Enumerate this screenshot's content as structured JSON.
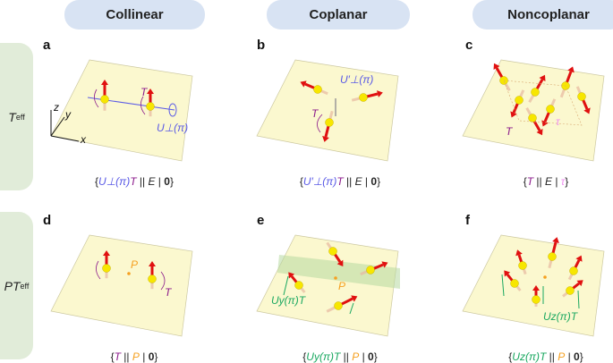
{
  "columns": [
    "Collinear",
    "Coplanar",
    "Noncoplanar"
  ],
  "rows": [
    {
      "main": "T",
      "sub": "eff"
    },
    {
      "main": "PT",
      "sub": "eff"
    }
  ],
  "panels": [
    {
      "letter": "a",
      "labels": [
        "T",
        "U⊥(π)"
      ],
      "axes": [
        "x",
        "y",
        "z"
      ],
      "formula": [
        {
          "t": "{",
          "c": "#222"
        },
        {
          "t": "U⊥(π)",
          "c": "#5a5ae6",
          "i": true
        },
        {
          "t": "T",
          "c": "#8b1a8b",
          "i": true
        },
        {
          "t": " || ",
          "c": "#222"
        },
        {
          "t": "E",
          "c": "#222",
          "i": true
        },
        {
          "t": " | ",
          "c": "#222"
        },
        {
          "t": "0",
          "c": "#222",
          "b": true
        },
        {
          "t": "}",
          "c": "#222"
        }
      ]
    },
    {
      "letter": "b",
      "labels": [
        "T",
        "U′⊥(π)"
      ],
      "formula": [
        {
          "t": "{",
          "c": "#222"
        },
        {
          "t": "U′⊥(π)",
          "c": "#5a5ae6",
          "i": true
        },
        {
          "t": "T",
          "c": "#8b1a8b",
          "i": true
        },
        {
          "t": " || ",
          "c": "#222"
        },
        {
          "t": "E",
          "c": "#222",
          "i": true
        },
        {
          "t": " | ",
          "c": "#222"
        },
        {
          "t": "0",
          "c": "#222",
          "b": true
        },
        {
          "t": "}",
          "c": "#222"
        }
      ]
    },
    {
      "letter": "c",
      "labels": [
        "T",
        "τ"
      ],
      "formula": [
        {
          "t": "{",
          "c": "#222"
        },
        {
          "t": "T",
          "c": "#8b1a8b",
          "i": true
        },
        {
          "t": " || ",
          "c": "#222"
        },
        {
          "t": "E",
          "c": "#222",
          "i": true
        },
        {
          "t": " | ",
          "c": "#222"
        },
        {
          "t": "τ",
          "c": "#f08ef0",
          "i": true
        },
        {
          "t": "}",
          "c": "#222"
        }
      ]
    },
    {
      "letter": "d",
      "labels": [
        "P",
        "T"
      ],
      "formula": [
        {
          "t": "{",
          "c": "#222"
        },
        {
          "t": "T",
          "c": "#8b1a8b",
          "i": true
        },
        {
          "t": " || ",
          "c": "#222"
        },
        {
          "t": "P",
          "c": "#f5a020",
          "i": true
        },
        {
          "t": " | ",
          "c": "#222"
        },
        {
          "t": "0",
          "c": "#222",
          "b": true
        },
        {
          "t": "}",
          "c": "#222"
        }
      ]
    },
    {
      "letter": "e",
      "labels": [
        "P",
        "Uy(π)T"
      ],
      "formula": [
        {
          "t": "{",
          "c": "#222"
        },
        {
          "t": "Uy(π)T",
          "c": "#1aa860",
          "i": true
        },
        {
          "t": " || ",
          "c": "#222"
        },
        {
          "t": "P",
          "c": "#f5a020",
          "i": true
        },
        {
          "t": " | ",
          "c": "#222"
        },
        {
          "t": "0",
          "c": "#222",
          "b": true
        },
        {
          "t": "}",
          "c": "#222"
        }
      ]
    },
    {
      "letter": "f",
      "labels": [
        "Uz(π)T"
      ],
      "formula": [
        {
          "t": "{",
          "c": "#222"
        },
        {
          "t": "Uz(π)T",
          "c": "#1aa860",
          "i": true
        },
        {
          "t": " || ",
          "c": "#222"
        },
        {
          "t": "P",
          "c": "#f5a020",
          "i": true
        },
        {
          "t": " | ",
          "c": "#222"
        },
        {
          "t": "0",
          "c": "#222",
          "b": true
        },
        {
          "t": "}",
          "c": "#222"
        }
      ]
    }
  ],
  "colors": {
    "plane": "#fbf8cf",
    "spin": "#e01010",
    "atom": "#f7e600",
    "T": "#8b1a8b",
    "U": "#5a5ae6",
    "P": "#f5a020",
    "green": "#1aa860",
    "tau": "#f08ef0"
  }
}
